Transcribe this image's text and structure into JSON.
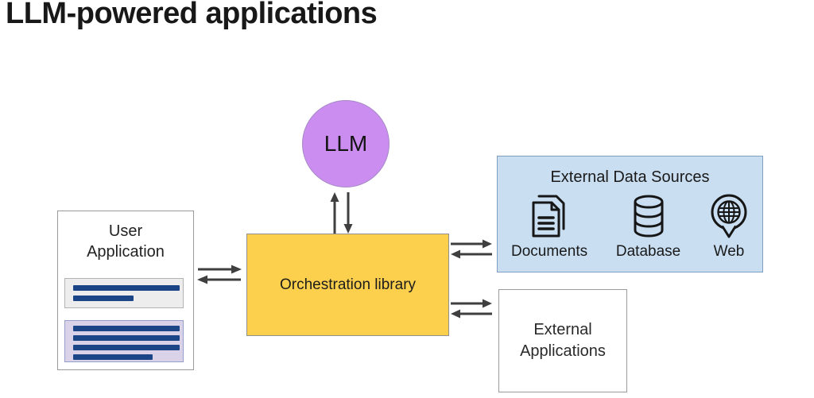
{
  "title": "LLM-powered applications",
  "colors": {
    "llm_fill": "#cb8ef0",
    "orchestration_fill": "#fccf4d",
    "data_sources_fill": "#c9def1",
    "panel_gray": "#ededed",
    "panel_lavender": "#d9d2e9",
    "bar_blue": "#1c4587",
    "arrow": "#3f3f3f"
  },
  "nodes": {
    "llm": {
      "label": "LLM"
    },
    "orchestration": {
      "label": "Orchestration library"
    },
    "user_application": {
      "label": "User Application"
    },
    "external_data_sources": {
      "title": "External Data Sources",
      "items": [
        {
          "label": "Documents",
          "icon": "documents-icon"
        },
        {
          "label": "Database",
          "icon": "database-icon"
        },
        {
          "label": "Web",
          "icon": "web-globe-pin-icon"
        }
      ]
    },
    "external_applications": {
      "label": "External Applications"
    }
  }
}
